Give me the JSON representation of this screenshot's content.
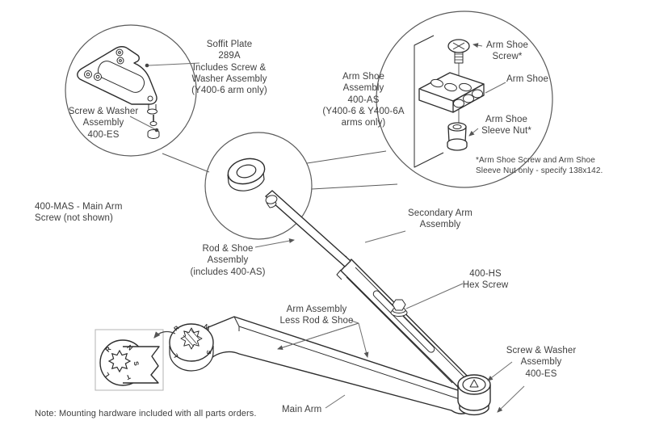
{
  "colors": {
    "line": "#2d2d2d",
    "balloon": "#5a5a5a",
    "leader": "#6e6e6e",
    "text": "#3f3f3f",
    "background": "#ffffff"
  },
  "callouts": {
    "soffit_plate": "Soffit Plate\n289A\nIncludes Screw &\nWasher Assembly\n(Y400-6 arm only)",
    "screw_washer_top": "Screw & Washer\nAssembly\n400-ES",
    "main_arm_screw": "400-MAS - Main Arm\nScrew (not shown)",
    "arm_shoe_assembly": "Arm Shoe\nAssembly\n400-AS\n(Y400-6 & Y400-6A\narms only)",
    "arm_shoe_screw": "Arm Shoe\nScrew*",
    "arm_shoe": "Arm Shoe",
    "arm_shoe_sleeve_nut": "Arm Shoe\nSleeve Nut*",
    "footnote": "*Arm Shoe Screw and Arm Shoe\nSleeve Nut only - specify 138x142.",
    "rod_shoe_assembly": "Rod & Shoe\nAssembly\n(includes 400-AS)",
    "secondary_arm_assembly": "Secondary Arm\nAssembly",
    "hex_screw": "400-HS\nHex Screw",
    "arm_assembly": "Arm Assembly\nLess Rod & Shoe",
    "screw_washer_bottom": "Screw & Washer\nAssembly\n400-ES",
    "main_arm": "Main Arm",
    "note": "Note: Mounting hardware included with all parts orders."
  },
  "spline_hub_letters": [
    "R",
    "N",
    "S",
    "L"
  ],
  "inset_letters": [
    "R",
    "N",
    "S",
    "T",
    "L"
  ]
}
